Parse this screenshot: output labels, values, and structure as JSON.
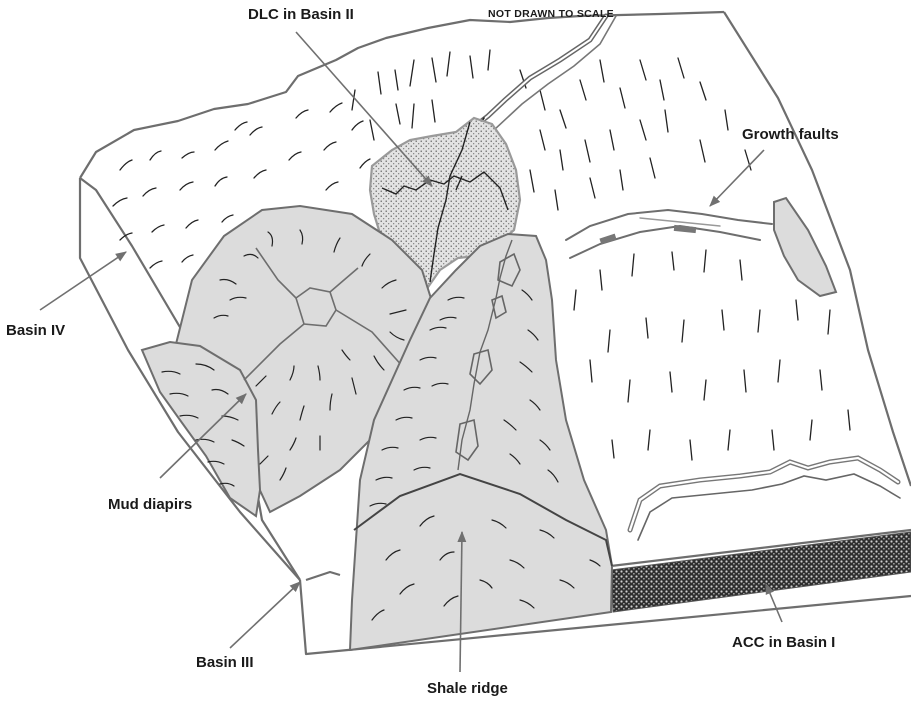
{
  "note": "NOT DRAWN TO SCALE",
  "labels": {
    "dlc": "DLC in Basin II",
    "growth_faults": "Growth faults",
    "basin_iv": "Basin IV",
    "mud_diapirs": "Mud diapirs",
    "basin_iii": "Basin III",
    "shale_ridge": "Shale ridge",
    "acc": "ACC in Basin I"
  },
  "colors": {
    "outline": "#6e6e6e",
    "diapir_fill": "#dcdcdc",
    "dlc_fill": "#e2e2e2",
    "acc_fill": "#3a3a3a",
    "arrow": "#707070",
    "text": "#1a1a1a"
  }
}
